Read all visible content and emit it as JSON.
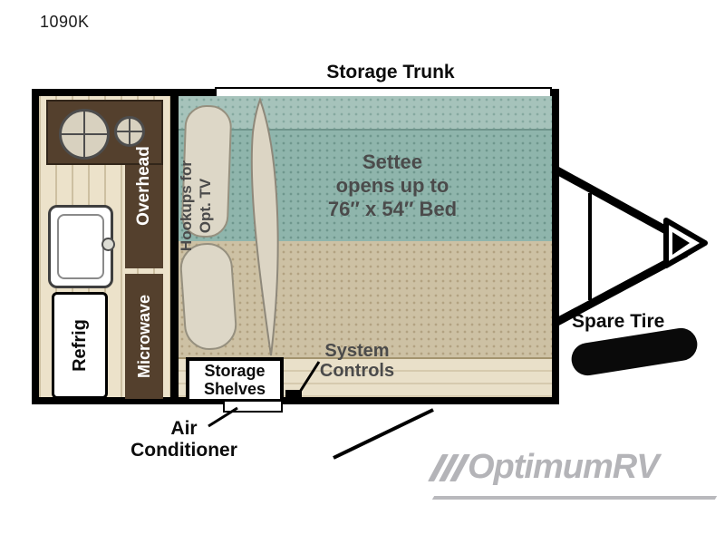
{
  "model": "1090K",
  "plan": {
    "storage_trunk": "Storage Trunk",
    "kitchen": {
      "overhead": "Overhead",
      "refrig": "Refrig",
      "microwave": "Microwave"
    },
    "main": {
      "hookups_line1": "Hookups for",
      "hookups_line2": "Opt. TV",
      "settee_line1": "Settee",
      "settee_line2": "opens up to",
      "settee_line3": "76″ x 54″ Bed",
      "storage_shelves_line1": "Storage",
      "storage_shelves_line2": "Shelves",
      "system_controls_line1": "System",
      "system_controls_line2": "Controls"
    },
    "air_conditioner_line1": "Air",
    "air_conditioner_line2": "Conditioner",
    "spare_tire": "Spare Tire"
  },
  "watermark": "OptimumRV",
  "colors": {
    "teal": "#8fb5ac",
    "tan": "#cdc1a4",
    "wood": "#54402d",
    "gray_label": "#4b4b4b",
    "watermark": "#a8a8ac"
  }
}
